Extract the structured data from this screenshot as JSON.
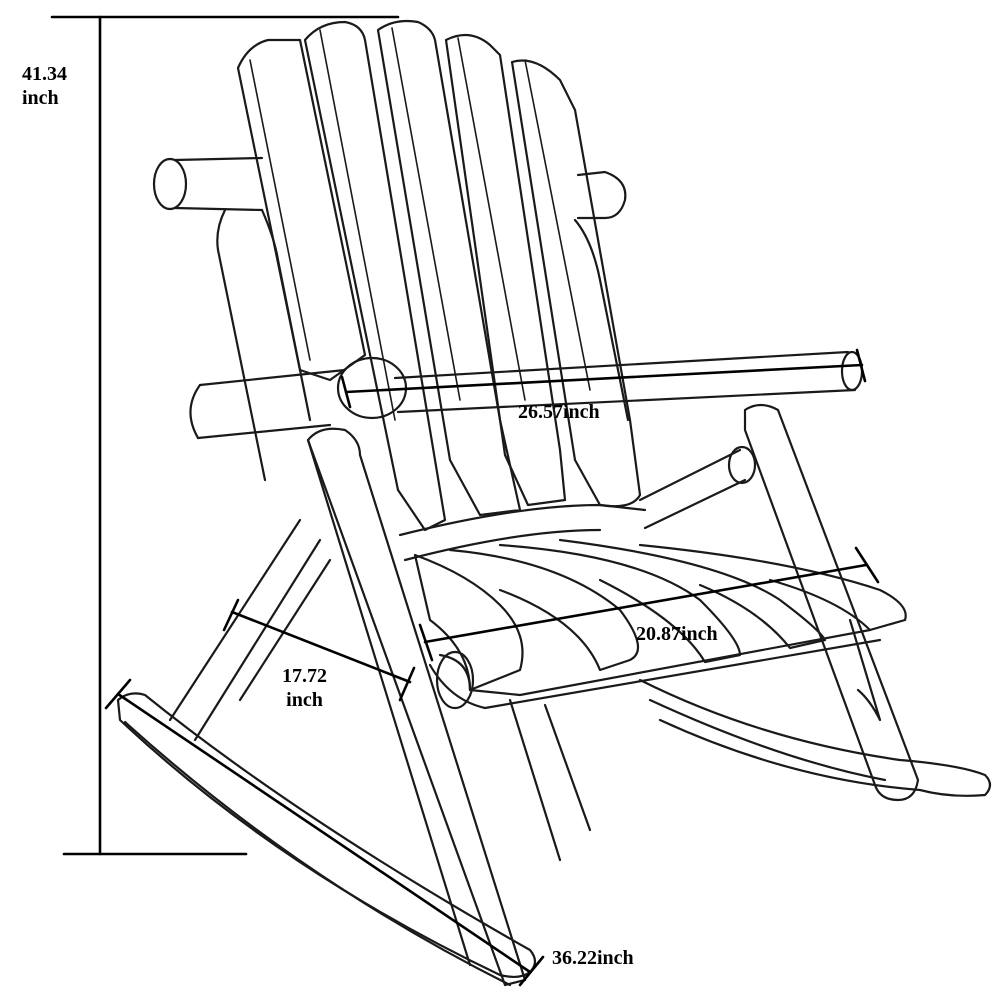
{
  "dimensions": {
    "height": {
      "value": "41.34",
      "unit": "inch"
    },
    "arm_span": {
      "text": "26.57inch"
    },
    "seat_width": {
      "text": "20.87inch"
    },
    "seat_depth": {
      "value": "17.72",
      "unit": "inch"
    },
    "rocker_length": {
      "text": "36.22inch"
    }
  },
  "colors": {
    "line": "#1a1a1a",
    "dimension": "#000000",
    "background": "#ffffff"
  }
}
